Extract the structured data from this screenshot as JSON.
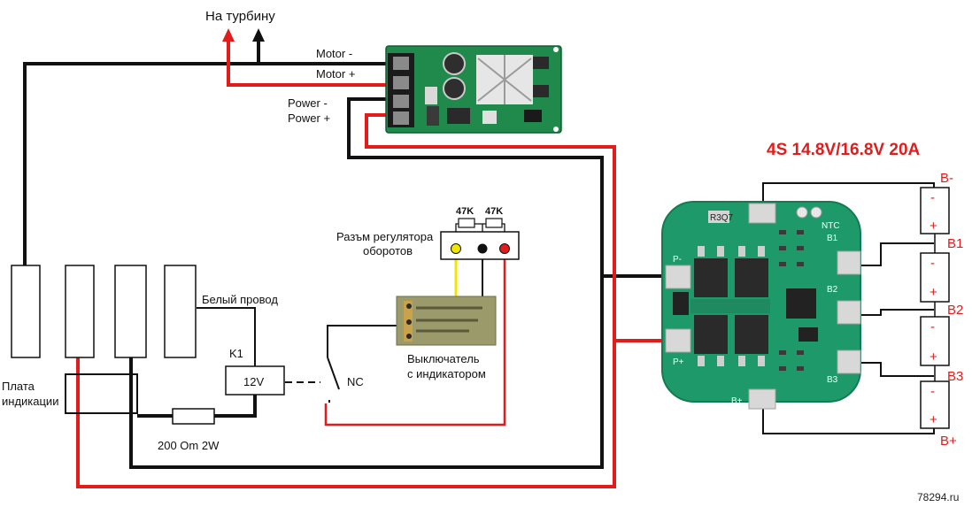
{
  "colors": {
    "wire_black": "#111111",
    "wire_red": "#e21b1b",
    "wire_yellow": "#f2e600",
    "pcb_green": "#1f8a4c",
    "bms_green": "#1e9a6a",
    "accent_red": "#e21b1b"
  },
  "labels": {
    "turbine": "На турбину",
    "motor_minus": "Motor -",
    "motor_plus": "Motor +",
    "power_minus": "Power -",
    "power_plus": "Power +",
    "white_wire": "Белый провод",
    "k1": "K1",
    "relay_voltage": "12V",
    "nc": "NC",
    "resistor": "200 Om 2W",
    "indication_board_line1": "Плата",
    "indication_board_line2": "индикации",
    "speed_connector_line1": "Разъм регулятора",
    "speed_connector_line2": "оборотов",
    "r1": "47K",
    "r2": "47K",
    "switch_line1": "Выключатель",
    "switch_line2": "с индикатором",
    "watermark": "78294.ru"
  },
  "bms": {
    "title": "4S 14.8V/16.8V 20A",
    "b_minus": "B-",
    "b1": "B1",
    "b2": "B2",
    "b3": "B3",
    "b_plus": "B+",
    "minus_sign": "-",
    "plus_sign": "+",
    "silk_p_minus": "P-",
    "silk_p_plus": "P+",
    "silk_b_plus": "B+",
    "silk_b1": "B1",
    "silk_b2": "B2",
    "silk_b3": "B3",
    "silk_ntc": "NTC",
    "silk_r": "R3Q7"
  },
  "icons": {
    "turbine_arrows": "arrow-up-icon"
  }
}
